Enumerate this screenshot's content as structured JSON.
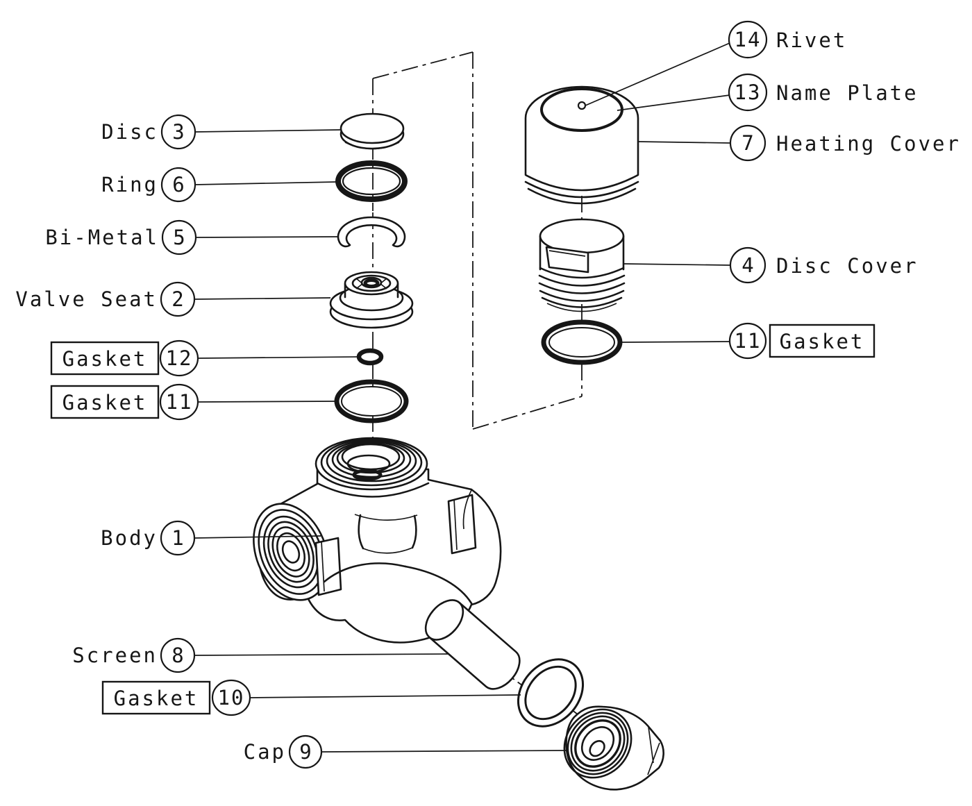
{
  "style": {
    "line_color": "#161616",
    "background_color": "#ffffff"
  },
  "parts_list": {
    "left": [
      {
        "name": "Disc",
        "number": "3",
        "boxed": false
      },
      {
        "name": "Ring",
        "number": "6",
        "boxed": false
      },
      {
        "name": "Bi-Metal",
        "number": "5",
        "boxed": false
      },
      {
        "name": "Valve Seat",
        "number": "2",
        "boxed": false
      },
      {
        "name": "Gasket",
        "number": "12",
        "boxed": true
      },
      {
        "name": "Gasket",
        "number": "11",
        "boxed": true
      },
      {
        "name": "Body",
        "number": "1",
        "boxed": false
      },
      {
        "name": "Screen",
        "number": "8",
        "boxed": false
      },
      {
        "name": "Gasket",
        "number": "10",
        "boxed": true
      },
      {
        "name": "Cap",
        "number": "9",
        "boxed": false
      }
    ],
    "right": [
      {
        "name": "Rivet",
        "number": "14",
        "boxed": false
      },
      {
        "name": "Name Plate",
        "number": "13",
        "boxed": false
      },
      {
        "name": "Heating Cover",
        "number": "7",
        "boxed": false
      },
      {
        "name": "Disc Cover",
        "number": "4",
        "boxed": false
      },
      {
        "name": "Gasket",
        "number": "11",
        "boxed": true
      }
    ]
  }
}
